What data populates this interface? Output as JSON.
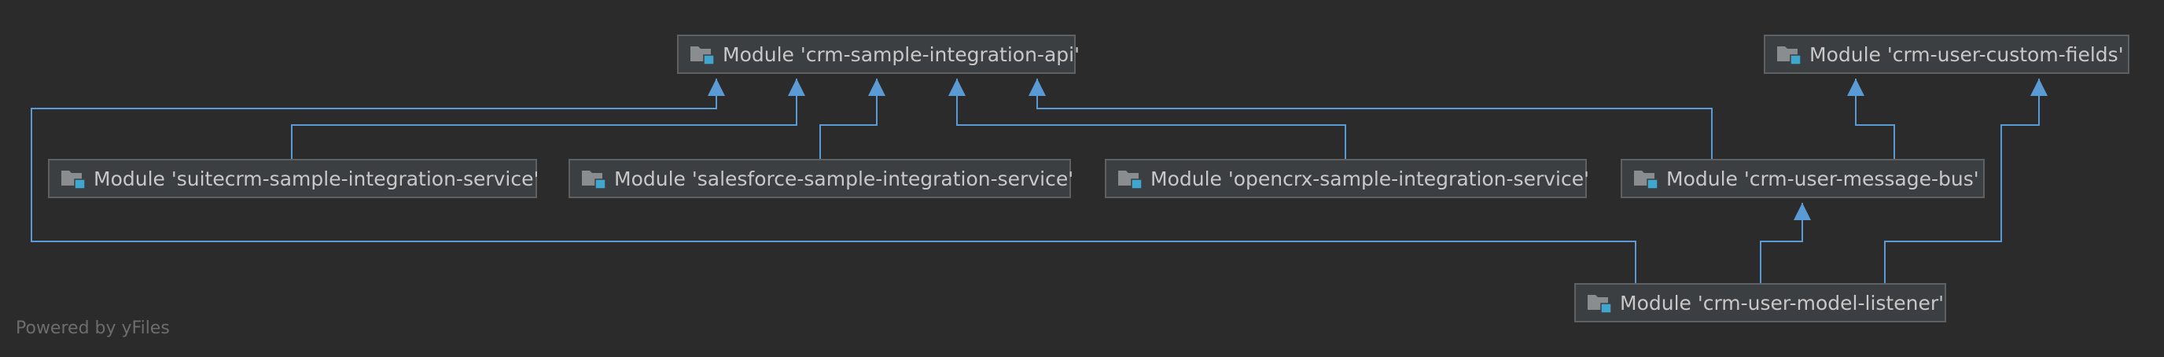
{
  "colors": {
    "background": "#2b2b2b",
    "node_fill": "#3c3f41",
    "node_border": "#5e6062",
    "node_text": "#c8c8c8",
    "edge": "#5b9bd5",
    "icon_folder": "#8a8d90",
    "icon_badge": "#3fa7cf",
    "footer_text": "#6b6d6f"
  },
  "nodes": {
    "api": {
      "label": "Module 'crm-sample-integration-api'",
      "icon": "module-folder-icon"
    },
    "custom_fields": {
      "label": "Module 'crm-user-custom-fields'",
      "icon": "module-folder-icon"
    },
    "suitecrm": {
      "label": "Module 'suitecrm-sample-integration-service'",
      "icon": "module-folder-icon"
    },
    "salesforce": {
      "label": "Module 'salesforce-sample-integration-service'",
      "icon": "module-folder-icon"
    },
    "opencrx": {
      "label": "Module 'opencrx-sample-integration-service'",
      "icon": "module-folder-icon"
    },
    "message_bus": {
      "label": "Module 'crm-user-message-bus'",
      "icon": "module-folder-icon"
    },
    "model_listener": {
      "label": "Module 'crm-user-model-listener'",
      "icon": "module-folder-icon"
    }
  },
  "edges": [
    {
      "from": "suitecrm",
      "to": "api"
    },
    {
      "from": "salesforce",
      "to": "api"
    },
    {
      "from": "opencrx",
      "to": "api"
    },
    {
      "from": "message_bus",
      "to": "api"
    },
    {
      "from": "model_listener",
      "to": "api"
    },
    {
      "from": "message_bus",
      "to": "custom_fields"
    },
    {
      "from": "model_listener",
      "to": "custom_fields"
    },
    {
      "from": "model_listener",
      "to": "message_bus"
    }
  ],
  "footer": {
    "text": "Powered by yFiles"
  }
}
